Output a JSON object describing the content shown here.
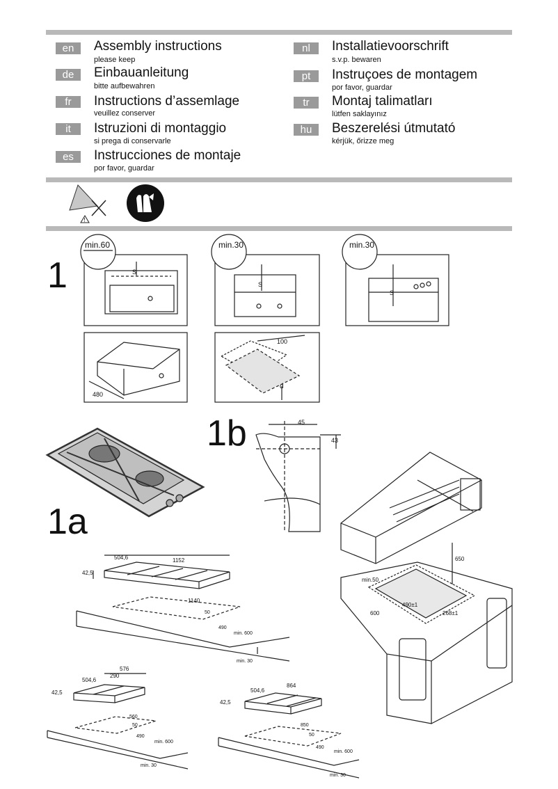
{
  "languages": [
    {
      "code": "en",
      "title": "Assembly instructions",
      "subtitle": "please keep"
    },
    {
      "code": "de",
      "title": "Einbauanleitung",
      "subtitle": "bitte aufbewahren"
    },
    {
      "code": "fr",
      "title": "Instructions d’assemlage",
      "subtitle": "veuillez conserver"
    },
    {
      "code": "it",
      "title": "Istruzioni di montaggio",
      "subtitle": "si prega di conservarle"
    },
    {
      "code": "es",
      "title": "Instrucciones de montaje",
      "subtitle": "por favor, guardar"
    },
    {
      "code": "nl",
      "title": "Installatievoorschrift",
      "subtitle": "s.v.p. bewaren"
    },
    {
      "code": "pt",
      "title": "Instruçoes de montagem",
      "subtitle": "por favor, guardar"
    },
    {
      "code": "tr",
      "title": "Montaj talimatları",
      "subtitle": "lütfen saklayınız"
    },
    {
      "code": "hu",
      "title": "Beszerelési útmutató",
      "subtitle": "kérjük, őrizze meg"
    }
  ],
  "figures": {
    "step1": "1",
    "step1a": "1a",
    "step1b": "1b",
    "clearance": {
      "min60": "min.60",
      "min30_a": "min.30",
      "min30_b": "min.30",
      "s": "S",
      "s2": "S",
      "s3": "S"
    },
    "drawer": {
      "depth": "480",
      "d100": "100",
      "d": "d"
    },
    "fig1b": {
      "w": "45",
      "h": "43"
    },
    "top_hob": {
      "a": "504,6",
      "b": "1152",
      "h": "42,5",
      "cut": "1140",
      "c50": "50",
      "c490": "490",
      "min600": "min. 600",
      "min30": "min. 30"
    },
    "small_hob": {
      "a": "576",
      "b": "504,6",
      "c": "290",
      "h": "42,5",
      "cut": "560",
      "c50": "50",
      "c490": "490",
      "min600": "min. 600",
      "min30": "min. 30"
    },
    "mid_hob": {
      "a": "504,6",
      "b": "864",
      "h": "42,5",
      "cut": "850",
      "c50": "50",
      "c490": "490",
      "min600": "min. 600",
      "min30": "min. 30"
    },
    "hood": {
      "h650": "650",
      "min50": "min.50",
      "w490": "490±1",
      "w268": "268±1",
      "d600": "600"
    }
  }
}
